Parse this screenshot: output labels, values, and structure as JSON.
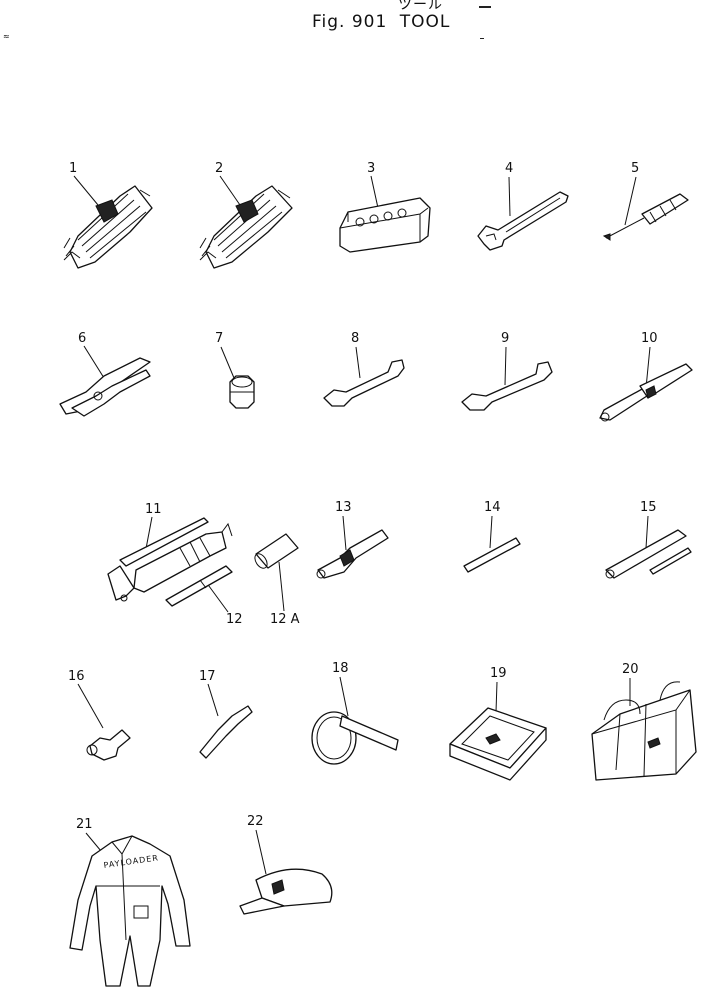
{
  "header": {
    "title_jp": "ツール",
    "fig_label": "Fig. 901",
    "title": "TOOL"
  },
  "callouts": {
    "c1": "1",
    "c2": "2",
    "c3": "3",
    "c4": "4",
    "c5": "5",
    "c6": "6",
    "c7": "7",
    "c8": "8",
    "c9": "9",
    "c10": "10",
    "c11": "11",
    "c12": "12",
    "c12a": "12 A",
    "c13": "13",
    "c14": "14",
    "c15": "15",
    "c16": "16",
    "c17": "17",
    "c18": "18",
    "c19": "19",
    "c20": "20",
    "c21": "21",
    "c22": "22"
  },
  "garment_text": {
    "coverall": "PAYLOADER"
  }
}
